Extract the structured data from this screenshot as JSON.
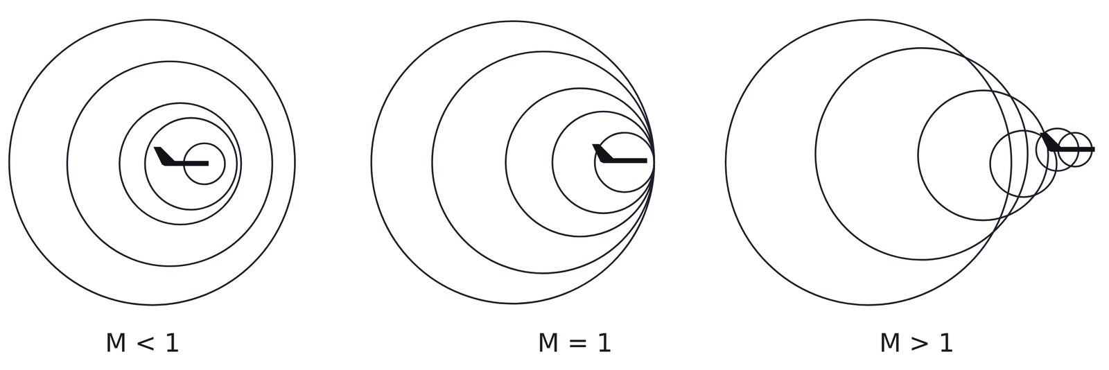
{
  "diagram": {
    "labels": [
      "M < 1",
      "M = 1",
      "M > 1"
    ]
  }
}
